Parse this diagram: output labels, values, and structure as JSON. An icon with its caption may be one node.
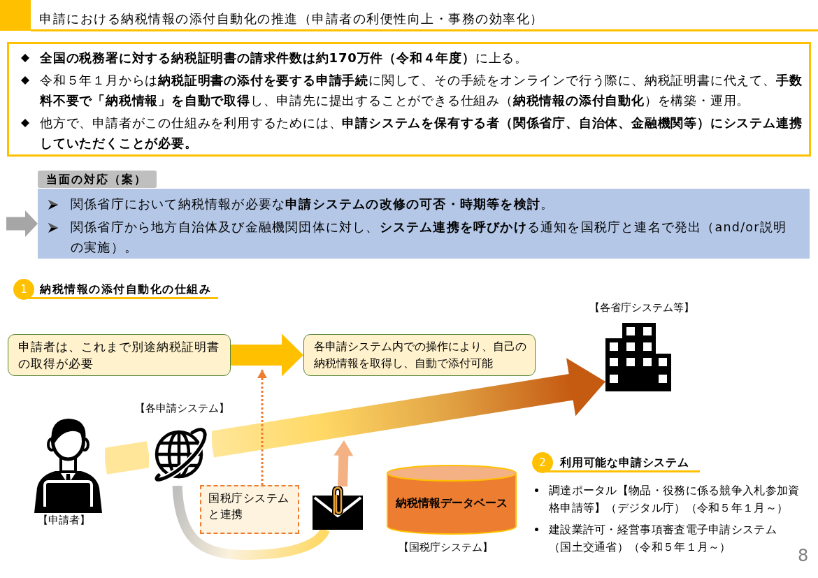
{
  "diagram": {
    "title": "申請における納税情報の添付自動化の推進（申請者の利便性向上・事務の効率化）",
    "nodes": [
      {
        "text": [
          "**全国の税務署に対する納税証明書の請求件数は約170万件（令和４年度）**に上る。",
          "令和５年１月からは**納税証明書の添付を要する申請手続**に関して、その手続をオンラインで行う際に、納税証明書に代えて、**手数料不要で「納税情報」を自動で取得**し、申請先に提出することができる仕組み（**納税情報の添付自動化**）を構築・運用。",
          "他方で、申請者がこの仕組みを利用するためには、**申請システムを保有する者（関係省庁、自治体、金融機関等）にシステム連携していただくことが必要。**"
        ]
      },
      {
        "text": [
          "当面の対応（案）"
        ]
      },
      {
        "text": [
          "関係省庁において納税情報が必要な**申請システムの改修の可否・時期等を検討**。",
          "関係省庁から地方自治体及び金融機関団体に対し、**システム連携を呼びかけ**る通知を国税庁と連名で発出（and/or説明の実施）。"
        ]
      },
      {
        "text": [
          "1"
        ],
        "beside": [
          "納税情報の添付自動化の仕組み"
        ]
      },
      {
        "text": [
          "申請者は、これまで別途納税証明書の取得が必要"
        ]
      },
      {
        "text": [
          "各申請システム内での操作により、自己の納税情報を取得し、自動で添付可能"
        ]
      },
      {
        "text": [],
        "shape": "picture",
        "beside": [
          "【各省庁システム等】"
        ]
      },
      {
        "text": [],
        "shape": "person",
        "beside": [
          "【申請者】"
        ]
      },
      {
        "text": [],
        "shape": "picture",
        "beside": [
          "【各申請システム】"
        ]
      },
      {
        "text": [
          "国税庁システムと連携"
        ]
      },
      {
        "text": [],
        "shape": "picture"
      },
      {
        "text": [
          "納税情報データベース"
        ],
        "beside": [
          "【国税庁システム】"
        ]
      },
      {
        "text": [
          "2"
        ],
        "beside": [
          "利用可能な申請システム"
        ]
      }
    ],
    "edges": [
      {
        "from": null,
        "to": 2,
        "arrow": "to",
        "style": "thick",
        "color": "#a6a6a6"
      },
      {
        "from": 4,
        "to": 5,
        "arrow": "to",
        "style": "thick",
        "color": "#ffc000"
      },
      {
        "from": 7,
        "to": 8,
        "arrow": "none",
        "style": "thick",
        "color": "#ffe699"
      },
      {
        "from": 8,
        "to": 6,
        "arrow": "to",
        "style": "thick",
        "color": "#c55a11"
      },
      {
        "from": 8,
        "to": 10,
        "arrow": "none",
        "style": "thick",
        "color": "#ffd966"
      },
      {
        "from": 9,
        "to": null,
        "arrow": "to",
        "style": "dashed",
        "color": "#ed7d31"
      },
      {
        "from": 10,
        "to": null,
        "arrow": "to",
        "style": "thick",
        "color": "#f4b183"
      }
    ],
    "labels": [
      "調達ポータル【物品・役務に係る競争入札参加資格申請等】（デジタル庁）（令和５年１月～）",
      "建設業許可・経営事項審査電子申請システム（国土交通省）（令和５年１月～）",
      "8"
    ]
  }
}
